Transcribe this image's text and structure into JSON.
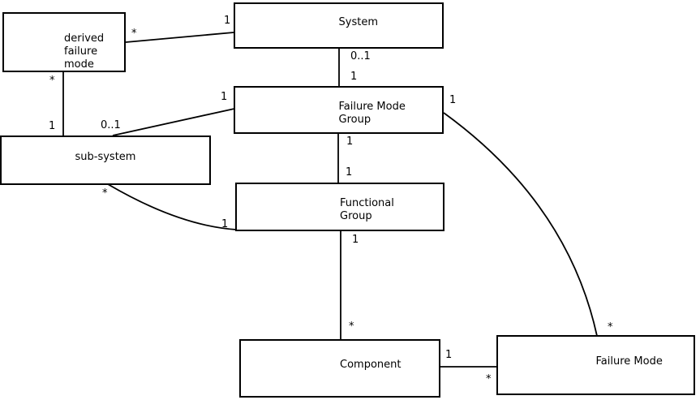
{
  "diagram": {
    "kind": "uml-association-diagram",
    "background_color": "#ffffff",
    "line_color": "#000000"
  },
  "nodes": {
    "derived_failure_mode": {
      "lines": [
        "derived",
        "failure",
        "mode"
      ]
    },
    "system": {
      "lines": [
        "System"
      ]
    },
    "failure_mode_group": {
      "lines": [
        "Failure Mode",
        "Group"
      ]
    },
    "sub_system": {
      "lines": [
        "sub-system"
      ]
    },
    "functional_group": {
      "lines": [
        "Functional",
        "Group"
      ]
    },
    "component": {
      "lines": [
        "Component"
      ]
    },
    "failure_mode": {
      "lines": [
        "Failure Mode"
      ]
    }
  },
  "edges": [
    {
      "from": "derived failure mode",
      "to": "System",
      "from_label": "*",
      "to_label": "1"
    },
    {
      "from": "System",
      "to": "Failure Mode Group",
      "from_label": "0..1",
      "to_label": "1"
    },
    {
      "from": "derived failure mode",
      "to": "sub-system",
      "from_label": "*",
      "to_label": "1"
    },
    {
      "from": "sub-system",
      "to": "Failure Mode Group",
      "from_label": "0..1",
      "to_label": "1"
    },
    {
      "from": "Failure Mode Group",
      "to": "Functional Group",
      "from_label": "1",
      "to_label": "1"
    },
    {
      "from": "sub-system",
      "to": "Functional Group",
      "from_label": "*",
      "to_label": "1"
    },
    {
      "from": "Functional Group",
      "to": "Component",
      "from_label": "1",
      "to_label": "*"
    },
    {
      "from": "Component",
      "to": "Failure Mode",
      "from_label": "1",
      "to_label": "*"
    },
    {
      "from": "Failure Mode Group",
      "to": "Failure Mode",
      "from_label": "1",
      "to_label": "*"
    }
  ]
}
